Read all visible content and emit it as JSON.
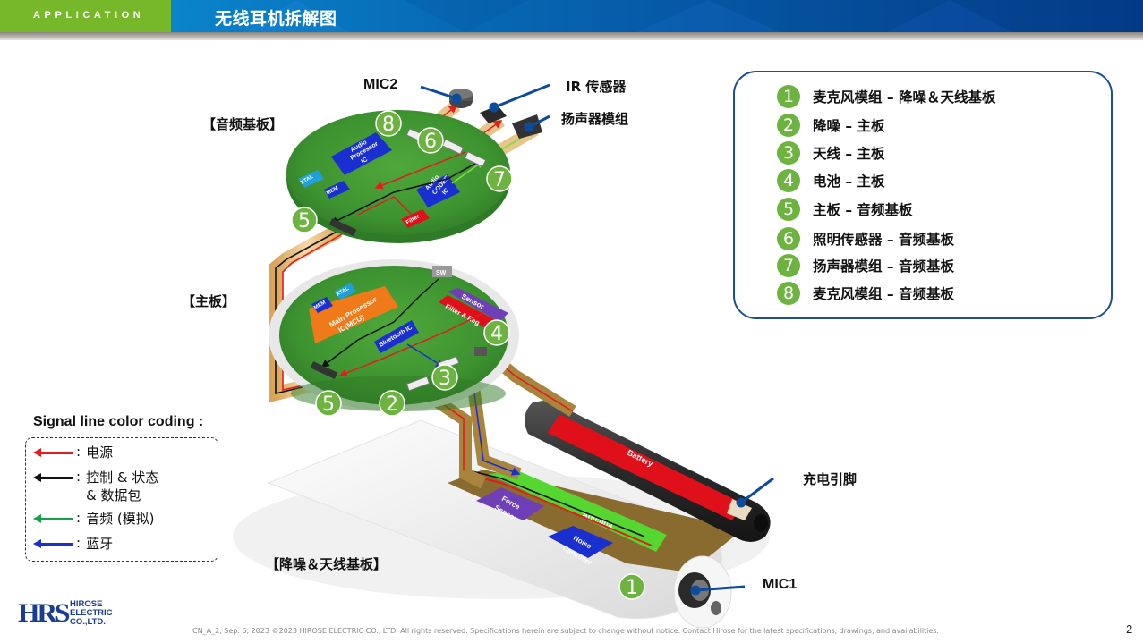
{
  "header": {
    "section": "APPLICATION",
    "title": "无线耳机拆解图"
  },
  "colors": {
    "header_green": "#76b82a",
    "header_blue": "#0669b4",
    "badge_green": "#6cb33f",
    "box_border": "#1d4f91",
    "power": "#e21d1d",
    "control": "#111111",
    "audio": "#12a34a",
    "bluetooth": "#1a2fd0"
  },
  "board_labels": {
    "audio_board": "【音频基板】",
    "main_board": "【主板】",
    "nc_antenna_board": "【降噪＆天线基板】"
  },
  "callouts": {
    "mic2": "MIC2",
    "ir_sensor": "IR 传感器",
    "speaker": "扬声器模组",
    "charge_pin": "充电引脚",
    "mic1": "MIC1"
  },
  "chips": {
    "audio_processor": [
      "Audio",
      "Processor",
      "IC"
    ],
    "audio_codec": [
      "Audio",
      "CODEC",
      "IC"
    ],
    "xtal": "XTAL",
    "mem": "MEM",
    "filter": "Filter",
    "main_processor": [
      "Main Processor",
      "IC(MCU)"
    ],
    "bluetooth": "Bluetooth IC",
    "sw": "SW",
    "sensor": "Sensor",
    "filter_reg": "Filter & Reg",
    "battery": "Battery",
    "antenna": "Antenna",
    "force_sensor": [
      "Force",
      "Sensor"
    ],
    "noise_canceller": [
      "Noise",
      "Canceller"
    ]
  },
  "connections": [
    {
      "num": "1",
      "label": "麦克风模组 – 降噪＆天线基板"
    },
    {
      "num": "2",
      "label": "降噪 – 主板"
    },
    {
      "num": "3",
      "label": "天线 – 主板"
    },
    {
      "num": "4",
      "label": "电池 – 主板"
    },
    {
      "num": "5",
      "label": "主板 – 音频基板"
    },
    {
      "num": "6",
      "label": "照明传感器 – 音频基板"
    },
    {
      "num": "7",
      "label": "扬声器模组 – 音频基板"
    },
    {
      "num": "8",
      "label": "麦克风模组 – 音频基板"
    }
  ],
  "signal_legend": {
    "title": "Signal line color coding :",
    "items": [
      {
        "name": "power",
        "color": "#e21d1d",
        "text": "电源"
      },
      {
        "name": "control",
        "color": "#111111",
        "text": "控制 & 状态\n& 数据包"
      },
      {
        "name": "audio",
        "color": "#12a34a",
        "text": "音频 (模拟)"
      },
      {
        "name": "bluetooth",
        "color": "#1a2fd0",
        "text": "蓝牙"
      }
    ]
  },
  "footer": {
    "logo_mark": "HRS",
    "logo_text": [
      "HIROSE",
      "ELECTRIC",
      "CO.,LTD."
    ],
    "notice": "CN_A_2, Sep. 6, 2023 ©2023  HIROSE ELECTRIC CO., LTD. All rights reserved.  Specifications herein are subject to change without notice. Contact Hirose for the latest specifications, drawings, and availabilities.",
    "page": "2"
  }
}
